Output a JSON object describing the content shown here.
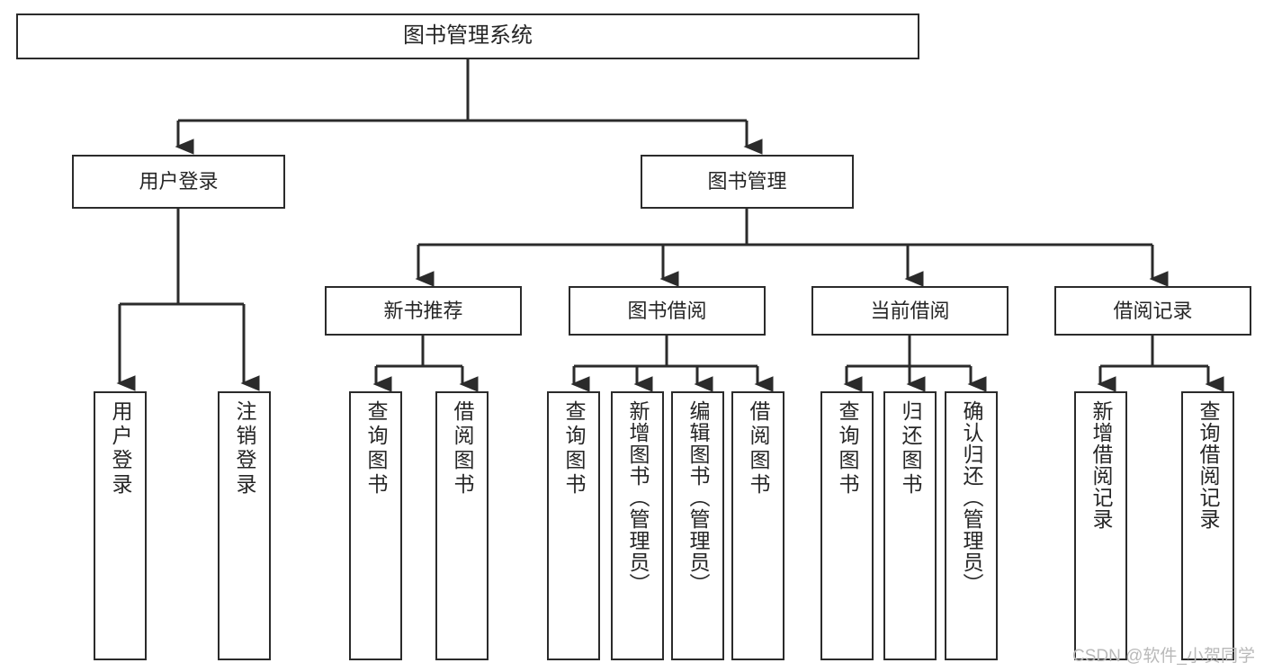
{
  "diagram": {
    "title": "图书管理系统",
    "type": "tree-hierarchy-chart",
    "root": {
      "label": "图书管理系统"
    },
    "level2": [
      {
        "label": "用户登录"
      },
      {
        "label": "图书管理"
      }
    ],
    "level3": [
      {
        "label": "新书推荐"
      },
      {
        "label": "图书借阅"
      },
      {
        "label": "当前借阅"
      },
      {
        "label": "借阅记录"
      }
    ],
    "leaves": {
      "user_login": [
        {
          "label": "用户登录"
        },
        {
          "label": "注销登录"
        }
      ],
      "new_book_recommend": [
        {
          "label": "查询图书"
        },
        {
          "label": "借阅图书"
        }
      ],
      "book_borrow": [
        {
          "label": "查询图书"
        },
        {
          "label": "新增图书（管理员）"
        },
        {
          "label": "编辑图书（管理员）"
        },
        {
          "label": "借阅图书"
        }
      ],
      "current_borrow": [
        {
          "label": "查询图书"
        },
        {
          "label": "归还图书"
        },
        {
          "label": "确认归还（管理员）"
        }
      ],
      "borrow_record": [
        {
          "label": "新增借阅记录"
        },
        {
          "label": "查询借阅记录"
        }
      ]
    }
  },
  "watermark": {
    "text": "CSDN @软件_小贺同学"
  },
  "colors": {
    "stroke": "#2b2b2b",
    "text": "#262626",
    "background": "#ffffff",
    "watermark": "#b9b9b9"
  }
}
